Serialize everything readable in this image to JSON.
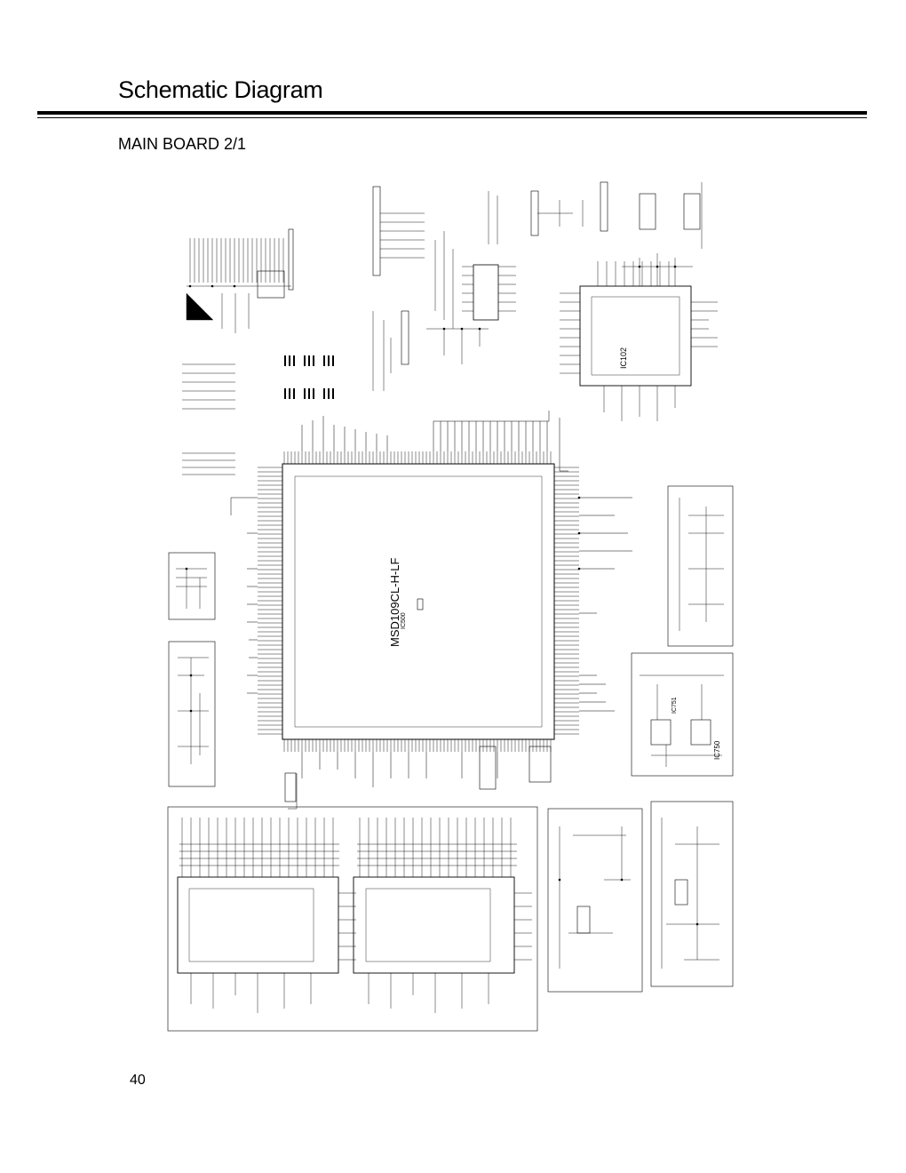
{
  "page": {
    "title": "Schematic Diagram",
    "subtitle": "MAIN BOARD 2/1",
    "page_number": "40"
  },
  "schematic": {
    "main_ic": "MSD109CL-H-LF",
    "main_ic_ref": "IC500",
    "ic_102": "IC102",
    "ic_750": "IC750",
    "ic_751": "IC751"
  }
}
